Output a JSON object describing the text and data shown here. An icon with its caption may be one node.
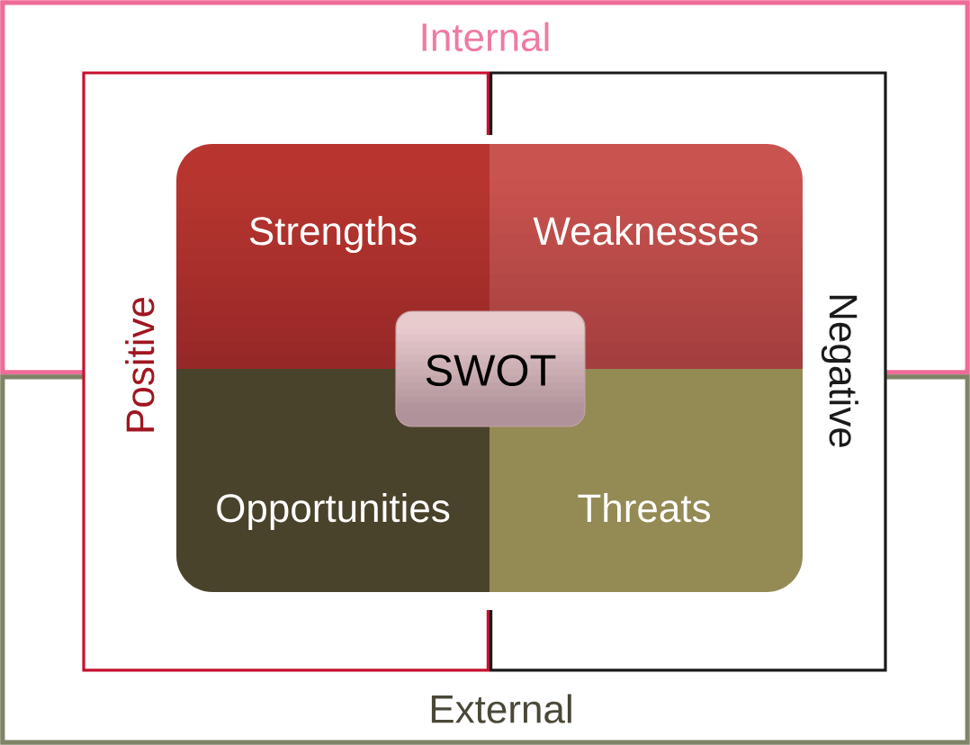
{
  "diagram": {
    "nodes": [
      {
        "text": [
          "Internal"
        ]
      },
      {
        "text": [
          "Positive"
        ]
      },
      {
        "text": [
          "Negative"
        ]
      },
      {
        "text": [
          "Strengths"
        ]
      },
      {
        "text": [
          "Weaknesses"
        ]
      },
      {
        "text": [
          "SWOT"
        ]
      },
      {
        "text": [
          "Opportunities"
        ]
      },
      {
        "text": [
          "Threats"
        ]
      },
      {
        "text": [
          "External"
        ]
      }
    ]
  }
}
